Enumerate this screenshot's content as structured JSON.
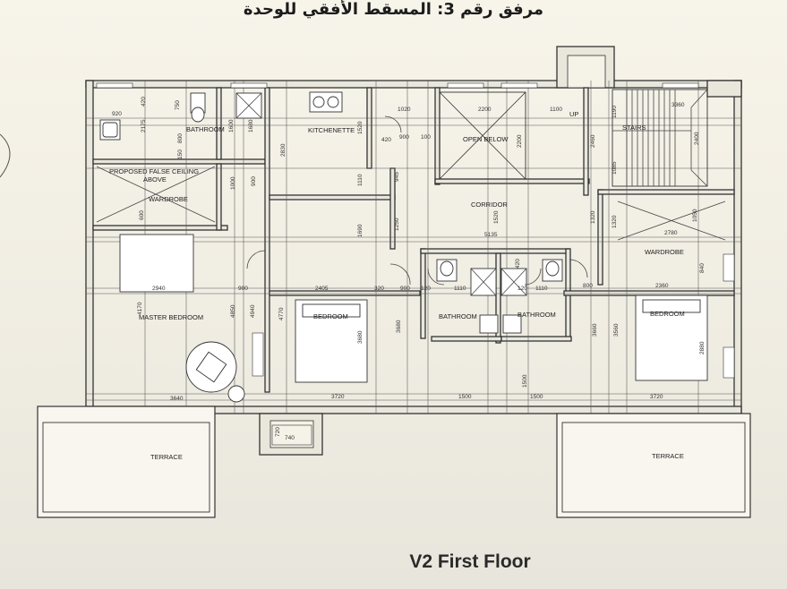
{
  "header": {
    "arabic_title": "مرفق رقم 3: المسقط الأفقي للوحدة"
  },
  "footer": {
    "title": "V2 First Floor"
  },
  "rooms": {
    "bathroom_top": "BATHROOM",
    "kitchenette": "KITCHENETTE",
    "open_below": "OPEN BELOW",
    "stairs": "STAIRS",
    "up": "UP",
    "false_ceiling": "PROPOSED FALSE CEILING",
    "false_ceiling_2": "ABOVE",
    "wardrobe_left": "WARDROBE",
    "corridor": "CORRIDOR",
    "wardrobe_right": "WARDROBE",
    "master_bedroom": "MASTER BEDROOM",
    "bedroom_mid": "BEDROOM",
    "bathroom_mid_left": "BATHROOM",
    "bathroom_mid_right": "BATHROOM",
    "bedroom_right": "BEDROOM",
    "terrace_left": "TERRACE",
    "terrace_right": "TERRACE"
  },
  "dimensions": {
    "d920": "920",
    "d420": "420",
    "d750": "750",
    "d2175": "2175",
    "d800": "800",
    "d150": "150",
    "d1600": "1600",
    "d1680": "1680",
    "d2830": "2830",
    "d1520a": "1520",
    "d1020": "1020",
    "d420b": "420",
    "d900a": "900",
    "d100": "100",
    "d2200a": "2200",
    "d2200b": "2200",
    "d1100": "1100",
    "d1190": "1190",
    "d3360": "3360",
    "d2460": "2460",
    "d2400": "2400",
    "d1000": "1000",
    "d900b": "900",
    "d1110": "1110",
    "d945": "945",
    "d1085": "1085",
    "d600": "600",
    "d1250": "1250",
    "d1520b": "1520",
    "d1320a": "1320",
    "d1320b": "1320",
    "d1050": "1050",
    "d2780": "2780",
    "d1690": "1690",
    "d5135": "5135",
    "d840": "840",
    "d2940": "2940",
    "d900c": "900",
    "d2405": "2405",
    "d320": "320",
    "d900d": "900",
    "d120a": "120",
    "d1110a": "1110",
    "d420c": "420",
    "d120b": "120",
    "d1110b": "1110",
    "d800b": "800",
    "d2360": "2360",
    "d4170": "4170",
    "d4850": "4850",
    "d4940": "4940",
    "d4770": "4770",
    "d3680a": "3680",
    "d3680b": "3680",
    "d3660": "3660",
    "d3560": "3560",
    "d2880": "2880",
    "d1500a": "1500",
    "d3640": "3640",
    "d3720a": "3720",
    "d1500b": "1500",
    "d1500c": "1500",
    "d3720b": "3720",
    "d720": "720",
    "d740": "740"
  }
}
